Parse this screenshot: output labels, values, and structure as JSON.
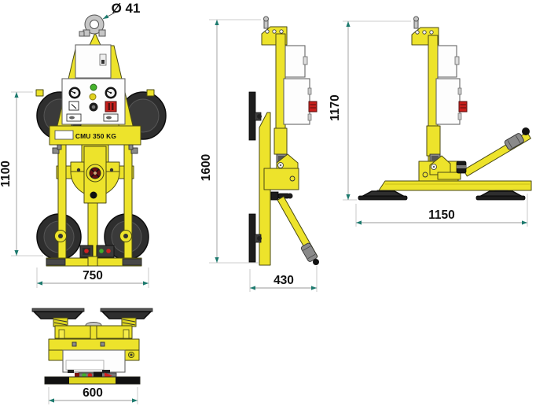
{
  "plate": {
    "capacity": "CMU 350 KG"
  },
  "dimensions": {
    "shackle_diameter": "Ø 41",
    "front": {
      "height": "1100",
      "width": "750"
    },
    "side": {
      "height": "1600",
      "depth": "430"
    },
    "laydown": {
      "height": "1170",
      "length": "1150"
    },
    "top": {
      "width": "600"
    }
  },
  "colors": {
    "frame_yellow": "#EDE32B",
    "suction_black": "#2E2E2E",
    "panel_white": "#FDFDFD",
    "dimension_arrow_teal": "#1D7A6E",
    "alert_red": "#C9201D",
    "ok_green": "#46B42C",
    "warn_yellow_lamp": "#E0D11E"
  }
}
